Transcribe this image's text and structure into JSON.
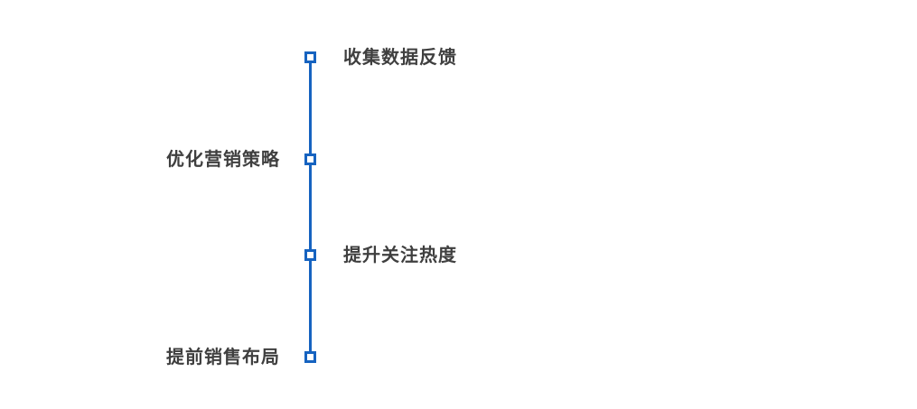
{
  "diagram": {
    "type": "vertical-timeline",
    "line_color": "#1663C0",
    "node_fill_color": "#FFFFFF",
    "label_color": "#3F3F3F",
    "background_color": "#FFFFFF",
    "nodes": [
      {
        "label": "收集数据反馈",
        "side": "right"
      },
      {
        "label": "优化营销策略",
        "side": "left"
      },
      {
        "label": "提升关注热度",
        "side": "right"
      },
      {
        "label": "提前销售布局",
        "side": "left"
      }
    ]
  }
}
